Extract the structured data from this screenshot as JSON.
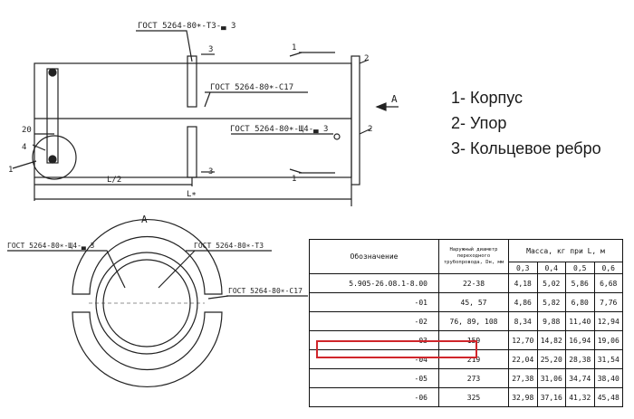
{
  "drawing": {
    "callout_top": "ГОСТ 5264-80∗-Т3-▃ 3",
    "callout_mid": "ГОСТ 5264-80∗-С17",
    "callout_lower": "ГОСТ 5264-80∗-Щ4-▃ 3",
    "pos1_top": "1",
    "pos1_bottom": "1",
    "pos1_left": "1",
    "pos2_top": "2",
    "pos2_bottom": "2",
    "pos3_top": "3",
    "pos3_bottom": "3",
    "pos4": "4",
    "dim_20": "20",
    "dim_half": "L/2",
    "dim_L": "L∗",
    "view_arrow": "A",
    "view_title": "A",
    "sec_callout_left": "ГОСТ 5264-80∗-Щ4-▃ 3",
    "sec_callout_right": "ГОСТ 5264-80∗-Т3",
    "sec_callout_side": "ГОСТ 5264-80∗-С17"
  },
  "legend": {
    "item1": "1- Корпус",
    "item2": "2- Упор",
    "item3": "3- Кольцевое ребро"
  },
  "table": {
    "col_designation": "Обозначение",
    "col_diameter": "Наружный диаметр переходного трубопровода, Dн, мм",
    "col_mass": "Масса, кг при L, м",
    "lengths": [
      "0,3",
      "0,4",
      "0,5",
      "0,6"
    ],
    "rows": [
      {
        "des": "5.905-26.08.1-8.00",
        "dia": "22-38",
        "m": [
          "4,18",
          "5,02",
          "5,86",
          "6,68"
        ]
      },
      {
        "des": "-01",
        "dia": "45, 57",
        "m": [
          "4,86",
          "5,82",
          "6,80",
          "7,76"
        ]
      },
      {
        "des": "-02",
        "dia": "76, 89, 108",
        "m": [
          "8,34",
          "9,88",
          "11,40",
          "12,94"
        ]
      },
      {
        "des": "-03",
        "dia": "159",
        "m": [
          "12,70",
          "14,82",
          "16,94",
          "19,06"
        ]
      },
      {
        "des": "-04",
        "dia": "219",
        "m": [
          "22,04",
          "25,20",
          "28,38",
          "31,54"
        ]
      },
      {
        "des": "-05",
        "dia": "273",
        "m": [
          "27,38",
          "31,06",
          "34,74",
          "38,40"
        ]
      },
      {
        "des": "-06",
        "dia": "325",
        "m": [
          "32,98",
          "37,16",
          "41,32",
          "45,48"
        ]
      }
    ],
    "highlight_color": "#d0262b"
  }
}
